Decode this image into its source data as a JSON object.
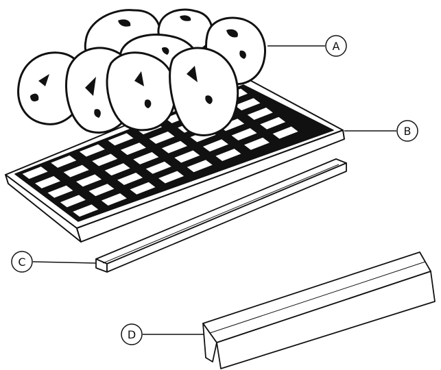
{
  "callouts": [
    {
      "id": "ice-cubes",
      "letter": "A"
    },
    {
      "id": "ice-tray",
      "letter": "B"
    },
    {
      "id": "tray-front-strip",
      "letter": "C"
    },
    {
      "id": "tray-rear-strip",
      "letter": "D"
    }
  ],
  "colors": {
    "line": "#111111",
    "fill": "#ffffff",
    "cavity": "#111111",
    "background": "#ffffff"
  }
}
